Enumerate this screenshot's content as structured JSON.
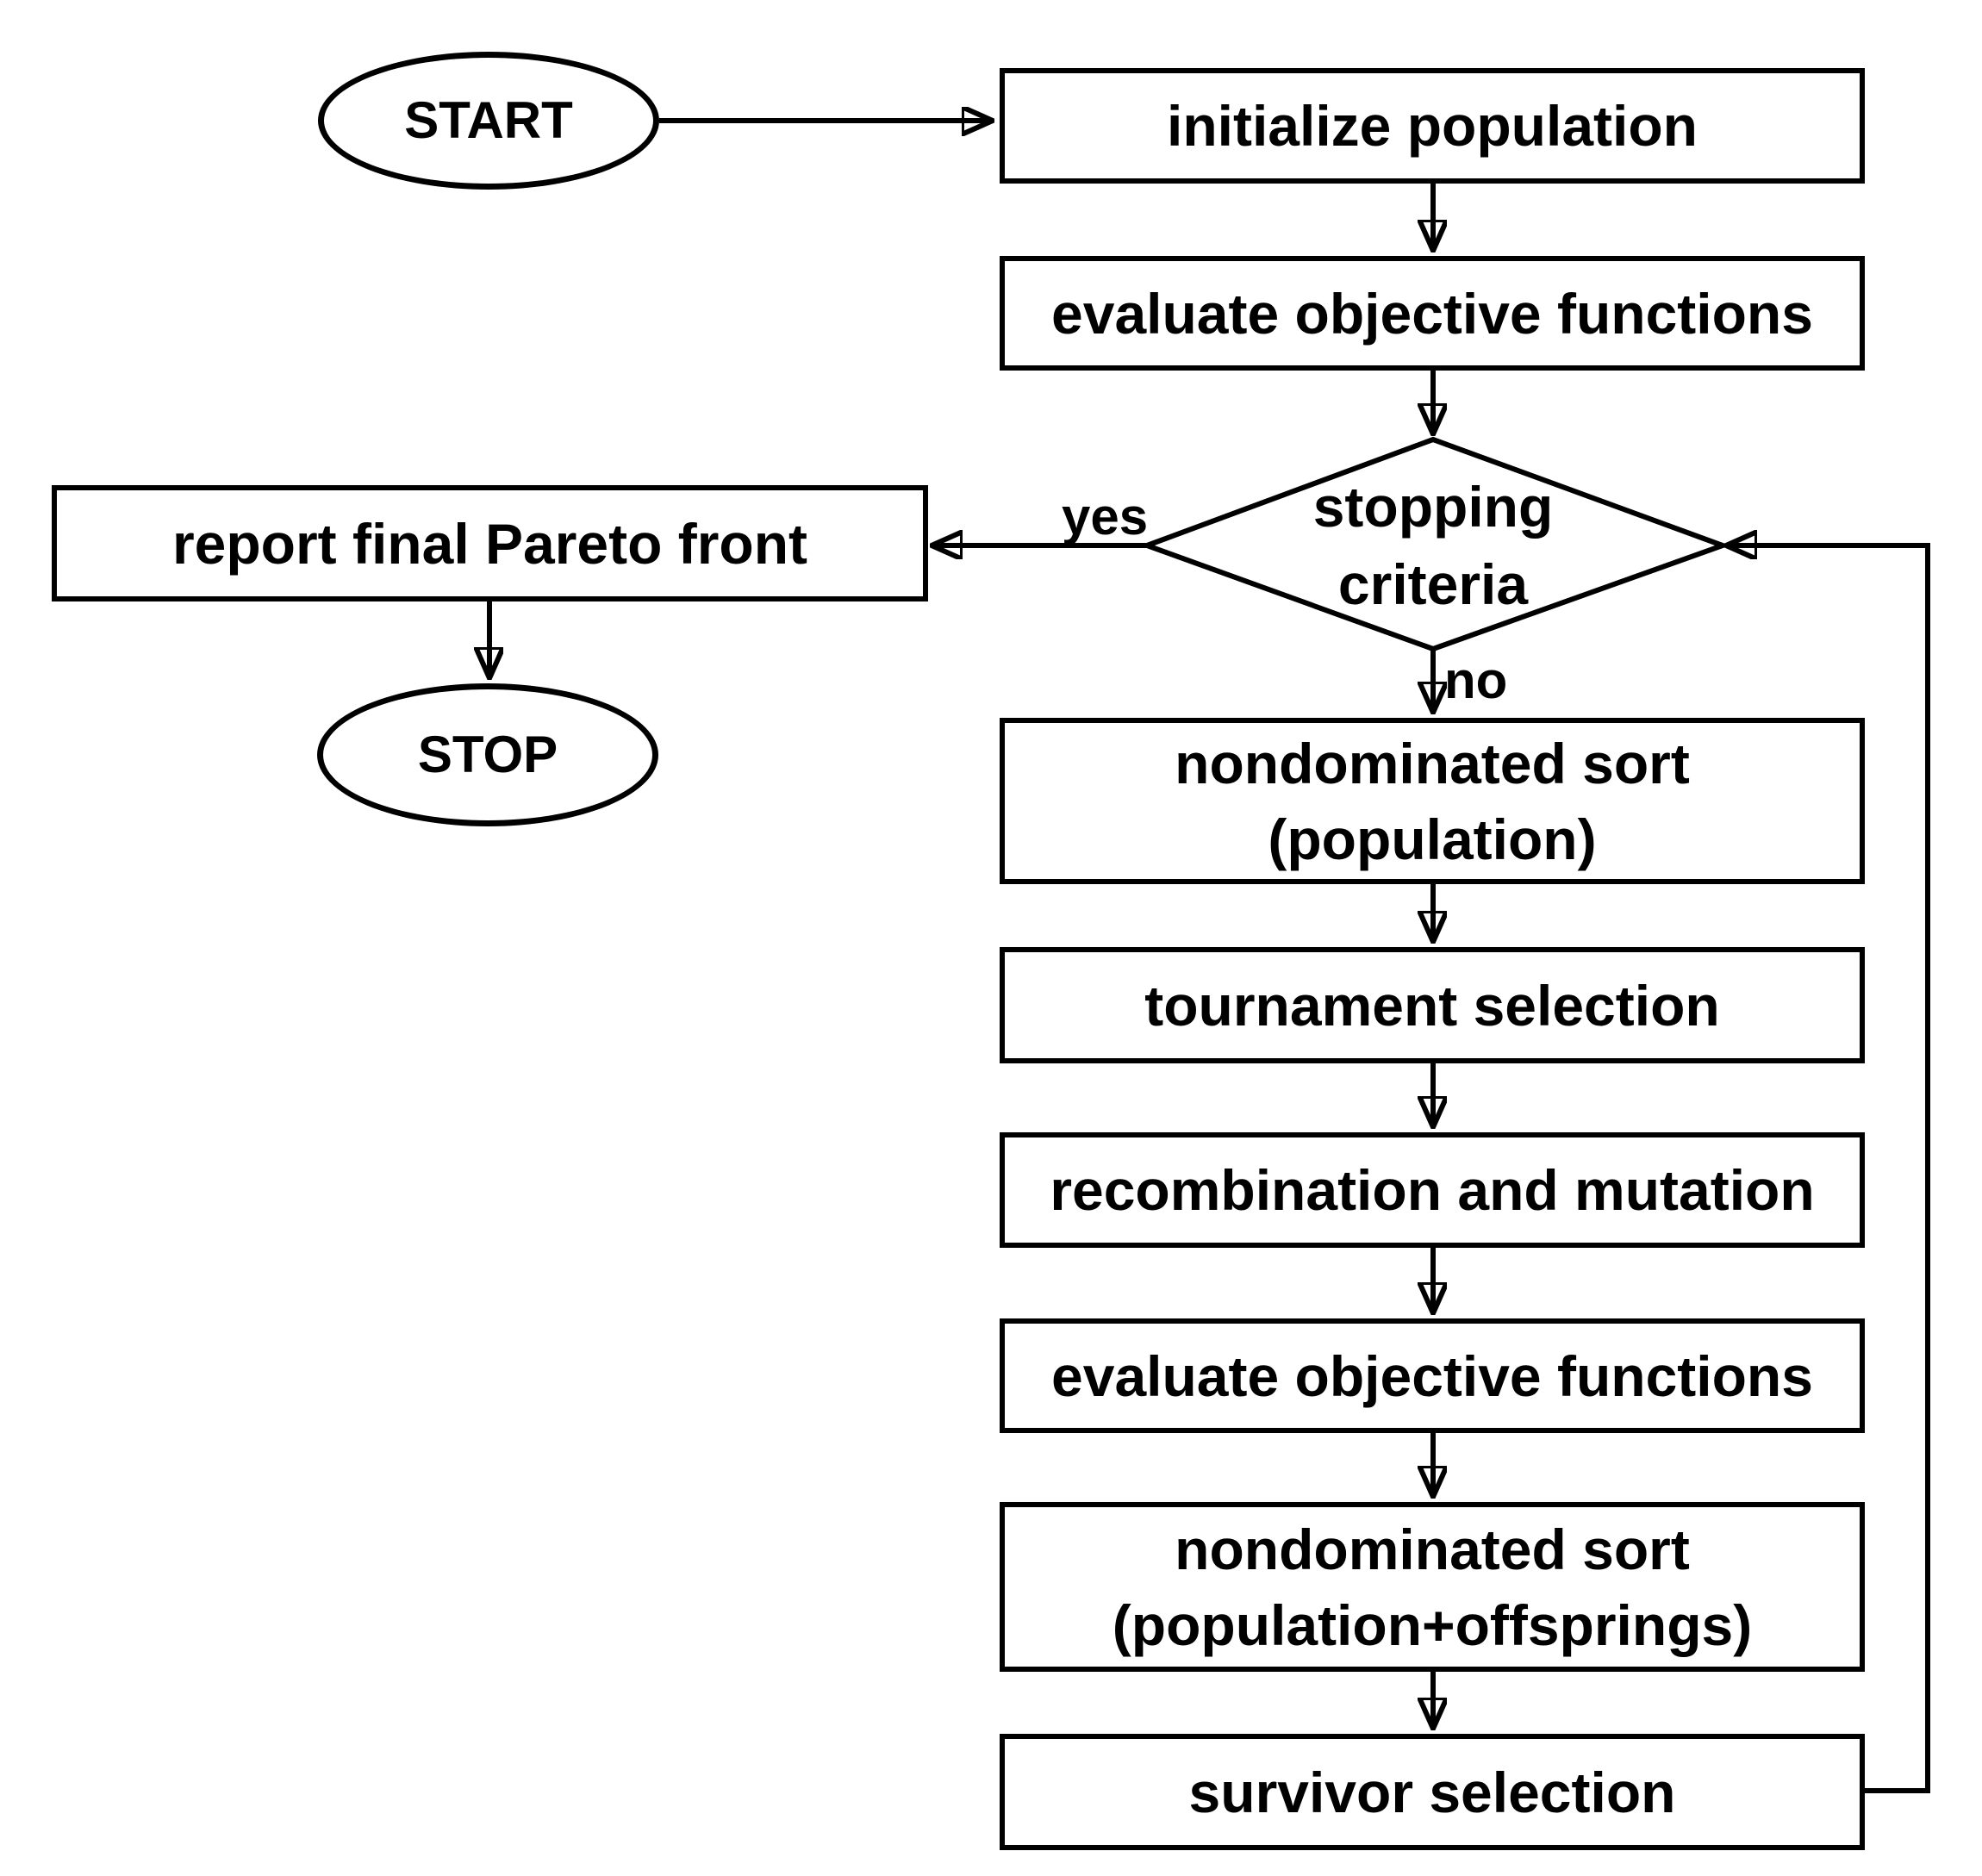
{
  "diagram": {
    "background_color": "#ffffff",
    "stroke_color": "#000000",
    "text_color": "#000000"
  },
  "nodes": {
    "start": {
      "type": "terminator",
      "label": "START"
    },
    "initialize_population": {
      "type": "process",
      "label": "initialize population"
    },
    "evaluate_objective_functions_1": {
      "type": "process",
      "label": "evaluate objective functions"
    },
    "stopping_criteria": {
      "type": "decision",
      "line1": "stopping",
      "line2": "criteria"
    },
    "report_final_pareto_front": {
      "type": "process",
      "label": "report final Pareto front"
    },
    "stop": {
      "type": "terminator",
      "label": "STOP"
    },
    "nondominated_sort_population": {
      "type": "process",
      "line1": "nondominated sort",
      "line2": "(population)"
    },
    "tournament_selection": {
      "type": "process",
      "label": "tournament selection"
    },
    "recombination_and_mutation": {
      "type": "process",
      "label": "recombination and mutation"
    },
    "evaluate_objective_functions_2": {
      "type": "process",
      "label": "evaluate objective functions"
    },
    "nondominated_sort_population_offsprings": {
      "type": "process",
      "line1": "nondominated sort",
      "line2": "(population+offsprings)"
    },
    "survivor_selection": {
      "type": "process",
      "label": "survivor selection"
    }
  },
  "edge_labels": {
    "yes": "yes",
    "no": "no"
  }
}
